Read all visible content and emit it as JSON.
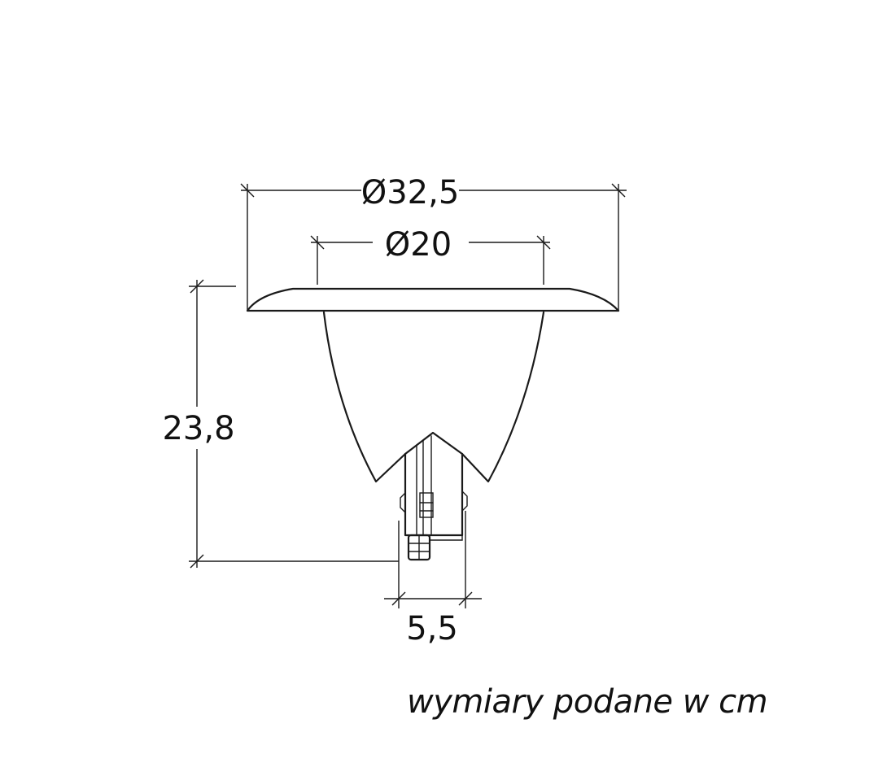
{
  "dimensions": {
    "outer_diameter": "Ø32,5",
    "inner_diameter": "Ø20",
    "height": "23,8",
    "bottom_width": "5,5"
  },
  "note": "wymiary podane w cm"
}
